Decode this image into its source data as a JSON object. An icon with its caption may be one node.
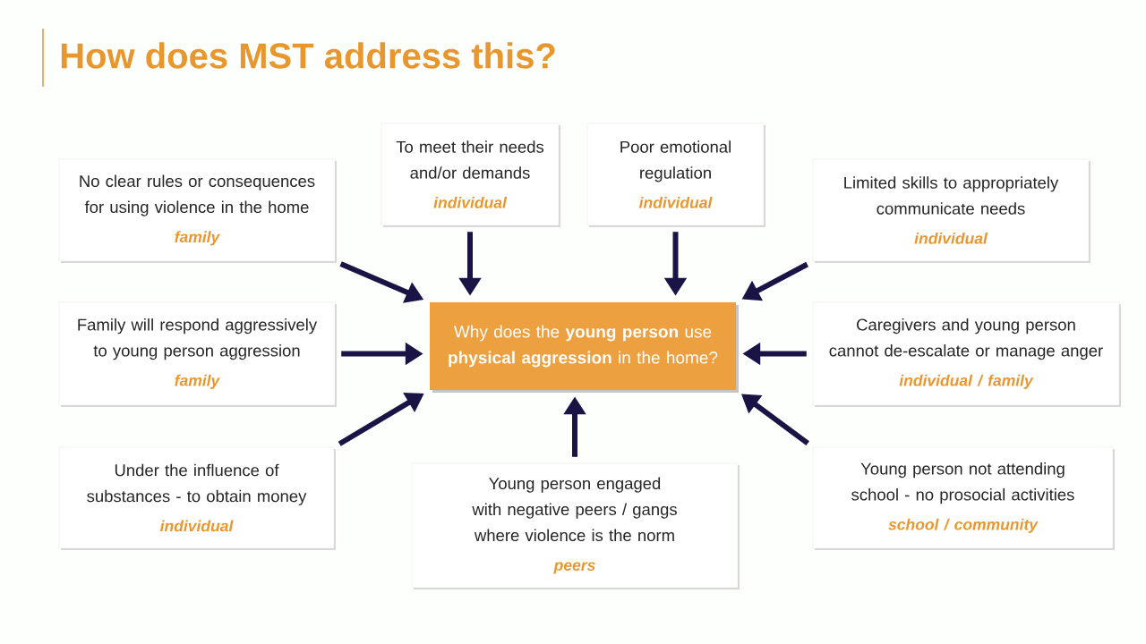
{
  "diagram": {
    "title": "How does MST address this?",
    "nodes": [
      {
        "text": [
          "No clear rules or consequences for using violence in the home",
          "family"
        ]
      },
      {
        "text": [
          "To meet their needs and/or demands",
          "individual"
        ]
      },
      {
        "text": [
          "Poor emotional regulation",
          "individual"
        ]
      },
      {
        "text": [
          "Limited skills to appropriately communicate needs",
          "individual"
        ]
      },
      {
        "text": [
          "Family will respond aggressively to young person aggression",
          "family"
        ]
      },
      {
        "text": [
          "Why does the **young person** use **physical aggression** in the home?"
        ]
      },
      {
        "text": [
          "Caregivers and young person cannot de-escalate or manage anger",
          "individual / family"
        ]
      },
      {
        "text": [
          "Under the influence of substances - to obtain money",
          "individual"
        ]
      },
      {
        "text": [
          "Young person engaged with negative peers / gangs where violence is the norm",
          "peers"
        ]
      },
      {
        "text": [
          "Young person not attending school - no prosocial activities",
          "school / community"
        ]
      }
    ],
    "edges": [
      {
        "from": 0,
        "to": 5,
        "arrow": "to"
      },
      {
        "from": 1,
        "to": 5,
        "arrow": "to"
      },
      {
        "from": 2,
        "to": 5,
        "arrow": "to"
      },
      {
        "from": 3,
        "to": 5,
        "arrow": "to"
      },
      {
        "from": 4,
        "to": 5,
        "arrow": "to"
      },
      {
        "from": 6,
        "to": 5,
        "arrow": "to"
      },
      {
        "from": 7,
        "to": 5,
        "arrow": "to"
      },
      {
        "from": 8,
        "to": 5,
        "arrow": "to"
      },
      {
        "from": 9,
        "to": 5,
        "arrow": "to"
      }
    ]
  }
}
